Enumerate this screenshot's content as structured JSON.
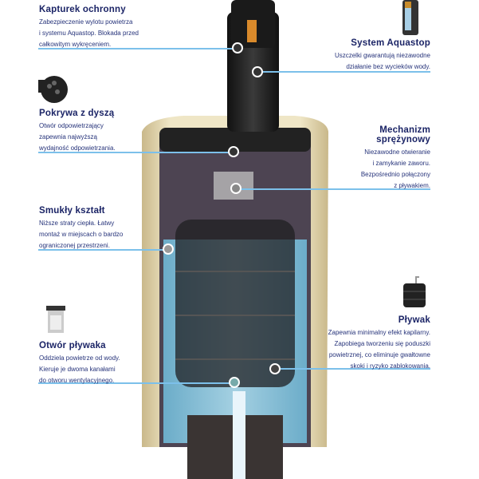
{
  "callouts": [
    {
      "title": "Kapturek ochronny",
      "text": "Zabezpieczenie wylotu powietrza\ni systemu Aquastop. Blokada przed\ncałkowitym wykręceniem."
    },
    {
      "title": "System Aquastop",
      "text": "Uszczelki gwarantują niezawodne\ndziałanie bez wycieków wody."
    },
    {
      "title": "Pokrywa z dyszą",
      "text": "Otwór odpowietrzający\nzapewnia najwyższą\nwydajność odpowietrzania."
    },
    {
      "title": "Mechanizm\nsprężynowy",
      "text": "Niezawodne otwieranie\ni zamykanie zaworu.\nBezpośrednio połączony\nz pływakiem."
    },
    {
      "title": "Smukły kształt",
      "text": "Niższe straty ciepła. Łatwy\nmontaż w miejscach o bardzo\nograniczonej przestrzeni."
    },
    {
      "title": "Pływak",
      "text": "Zapewnia minimalny efekt kapilarny.\nZapobiega tworzeniu się poduszki\npowietrznej, co eliminuje gwałtowne\nskoki i ryzyko zablokowania."
    },
    {
      "title": "Otwór pływaka",
      "text": "Oddziela powietrze od wody.\nKieruje je dwoma kanałami\ndo otworu wentylacyjnego."
    }
  ],
  "colors": {
    "title": "#1b2466",
    "line": "#7cc0ea",
    "shell": "#e8dcb5",
    "water": "#8fd0ea"
  }
}
